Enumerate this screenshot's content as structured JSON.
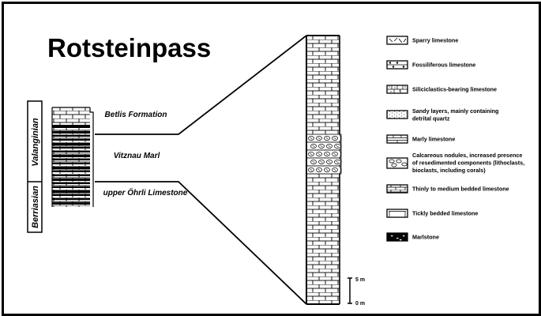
{
  "title": "Rotsteinpass",
  "stages": {
    "valanginian": "Valanginian",
    "berriasian": "Berriasian"
  },
  "formations": {
    "betlis": "Betlis Formation",
    "vitznau": "Vitznau Marl",
    "ohrli": "upper Öhrli Limestone"
  },
  "scale": {
    "top_label": "5 m",
    "bottom_label": "0 m"
  },
  "legend": [
    {
      "label_lines": [
        "Sparry limestone"
      ],
      "pattern": "sparry-limestone-icon"
    },
    {
      "label_lines": [
        "Fossiliferous limestone"
      ],
      "pattern": "fossiliferous-limestone-icon"
    },
    {
      "label_lines": [
        "Siliciclastics-bearing limestone"
      ],
      "pattern": "siliciclastics-limestone-icon"
    },
    {
      "label_lines": [
        "Sandy layers, mainly containing",
        "detrital quartz"
      ],
      "pattern": "sandy-layers-icon"
    },
    {
      "label_lines": [
        "Marly limestone"
      ],
      "pattern": "marly-limestone-icon"
    },
    {
      "label_lines": [
        "Calcareous nodules, increased presence",
        "of resedimented components (lithoclasts,",
        "bioclasts, including corals)"
      ],
      "pattern": "calcareous-nodules-icon"
    },
    {
      "label_lines": [
        "Thinly to medium bedded limestone"
      ],
      "pattern": "thin-bedded-limestone-icon"
    },
    {
      "label_lines": [
        "Tickly bedded limestone"
      ],
      "pattern": "thick-bedded-limestone-icon"
    },
    {
      "label_lines": [
        "Marlstone"
      ],
      "pattern": "marlstone-icon"
    }
  ],
  "colors": {
    "ink": "#000000",
    "paper": "#ffffff"
  }
}
